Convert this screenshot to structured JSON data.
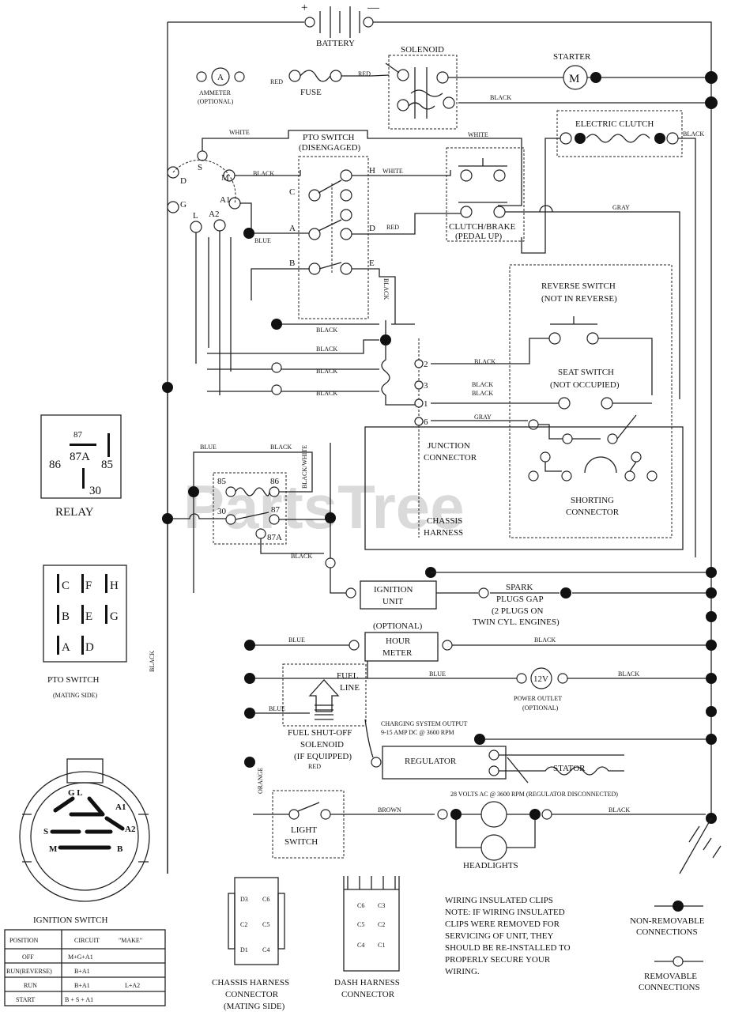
{
  "labels": {
    "battery": "BATTERY",
    "battery_plus": "+",
    "battery_minus": "—",
    "solenoid": "SOLENOID",
    "starter": "STARTER",
    "starter_m": "M",
    "ammeter_a": "A",
    "ammeter": "AMMETER",
    "ammeter_opt": "(OPTIONAL)",
    "fuse": "FUSE",
    "electric_clutch": "ELECTRIC CLUTCH",
    "pto_switch": "PTO SWITCH",
    "pto_disengaged": "(DISENGAGED)",
    "clutch_brake": "CLUTCH/BRAKE",
    "pedal_up": "(PEDAL UP)",
    "reverse_switch": "REVERSE SWITCH",
    "not_in_reverse": "(NOT IN REVERSE)",
    "seat_switch": "SEAT SWITCH",
    "not_occupied": "(NOT OCCUPIED)",
    "junction": "JUNCTION",
    "connector": "CONNECTOR",
    "chassis": "CHASSIS",
    "harness": "HARNESS",
    "shorting": "SHORTING",
    "shorting_connector": "CONNECTOR",
    "relay": "RELAY",
    "ignition_unit_1": "IGNITION",
    "ignition_unit_2": "UNIT",
    "spark_1": "SPARK",
    "spark_2": "PLUGS GAP",
    "spark_3": "(2 PLUGS ON",
    "spark_4": "TWIN CYL. ENGINES)",
    "optional": "(OPTIONAL)",
    "hour": "HOUR",
    "meter": "METER",
    "power_12v": "12V",
    "power_outlet": "POWER OUTLET",
    "power_opt": "(OPTIONAL)",
    "fuel_line_1": "FUEL",
    "fuel_line_2": "LINE",
    "fuel_shutoff_1": "FUEL SHUT-OFF",
    "fuel_shutoff_2": "SOLENOID",
    "fuel_shutoff_3": "(IF EQUIPPED)",
    "charging_1": "CHARGING SYSTEM OUTPUT",
    "charging_2": "9-15 AMP DC @ 3600 RPM",
    "regulator": "REGULATOR",
    "stator": "STATOR",
    "volts_ac": "28 VOLTS AC @ 3600 RPM (REGULATOR DISCONNECTED)",
    "light_1": "LIGHT",
    "light_2": "SWITCH",
    "headlights": "HEADLIGHTS",
    "pto_mating": "PTO SWITCH",
    "pto_mating_side": "(MATING SIDE)",
    "ignition_switch": "IGNITION SWITCH",
    "chassis_conn_1": "CHASSIS HARNESS",
    "chassis_conn_2": "CONNECTOR",
    "chassis_conn_3": "(MATING SIDE)",
    "dash_conn_1": "DASH HARNESS",
    "dash_conn_2": "CONNECTOR",
    "nonrem_1": "NON-REMOVABLE",
    "nonrem_2": "CONNECTIONS",
    "rem_1": "REMOVABLE",
    "rem_2": "CONNECTIONS",
    "watermark": "PartsTree"
  },
  "wires": {
    "red": "RED",
    "white": "WHITE",
    "black": "BLACK",
    "blue": "BLUE",
    "gray": "GRAY",
    "brown": "BROWN",
    "orange": "ORANGE",
    "black_white": "BLACK/WHITE",
    "black_black": "BLACK"
  },
  "pto_letters": [
    "C",
    "F",
    "H",
    "B",
    "E",
    "G",
    "A",
    "D"
  ],
  "pto_terms": {
    "C": "C",
    "H": "H",
    "A": "A",
    "D": "D",
    "B": "B",
    "E": "E"
  },
  "ign_terms": {
    "S": "S",
    "M": "M",
    "D": "D",
    "G": "G",
    "L": "L",
    "A1": "A1",
    "A2": "A2"
  },
  "ign_face": {
    "GL": "G L",
    "A1": "A1",
    "A2": "A2",
    "S": "S",
    "M": "M",
    "B": "B"
  },
  "relay_pins": {
    "p85": "85",
    "p86": "86",
    "p30": "30",
    "p87": "87",
    "p87a": "87A"
  },
  "junction_pins": [
    "2",
    "3",
    "1",
    "6"
  ],
  "chassis_pins": [
    "D3",
    "C6",
    "C2",
    "C5",
    "D1",
    "C4"
  ],
  "dash_pins": [
    "C6",
    "C3",
    "C5",
    "C2",
    "C4",
    "C1"
  ],
  "note": [
    "WIRING INSULATED CLIPS",
    "NOTE: IF WIRING INSULATED",
    "CLIPS WERE REMOVED FOR",
    "SERVICING OF UNIT, THEY",
    "SHOULD BE RE-INSTALLED TO",
    "PROPERLY SECURE YOUR",
    "WIRING."
  ],
  "ignition_table": {
    "headers": [
      "POSITION",
      "CIRCUIT",
      "\"MAKE\""
    ],
    "rows": [
      [
        "OFF",
        "M+G+A1",
        ""
      ],
      [
        "RUN(REVERSE)",
        "B+A1",
        ""
      ],
      [
        "RUN",
        "B+A1",
        "L+A2"
      ],
      [
        "START",
        "B + S + A1",
        ""
      ]
    ]
  }
}
